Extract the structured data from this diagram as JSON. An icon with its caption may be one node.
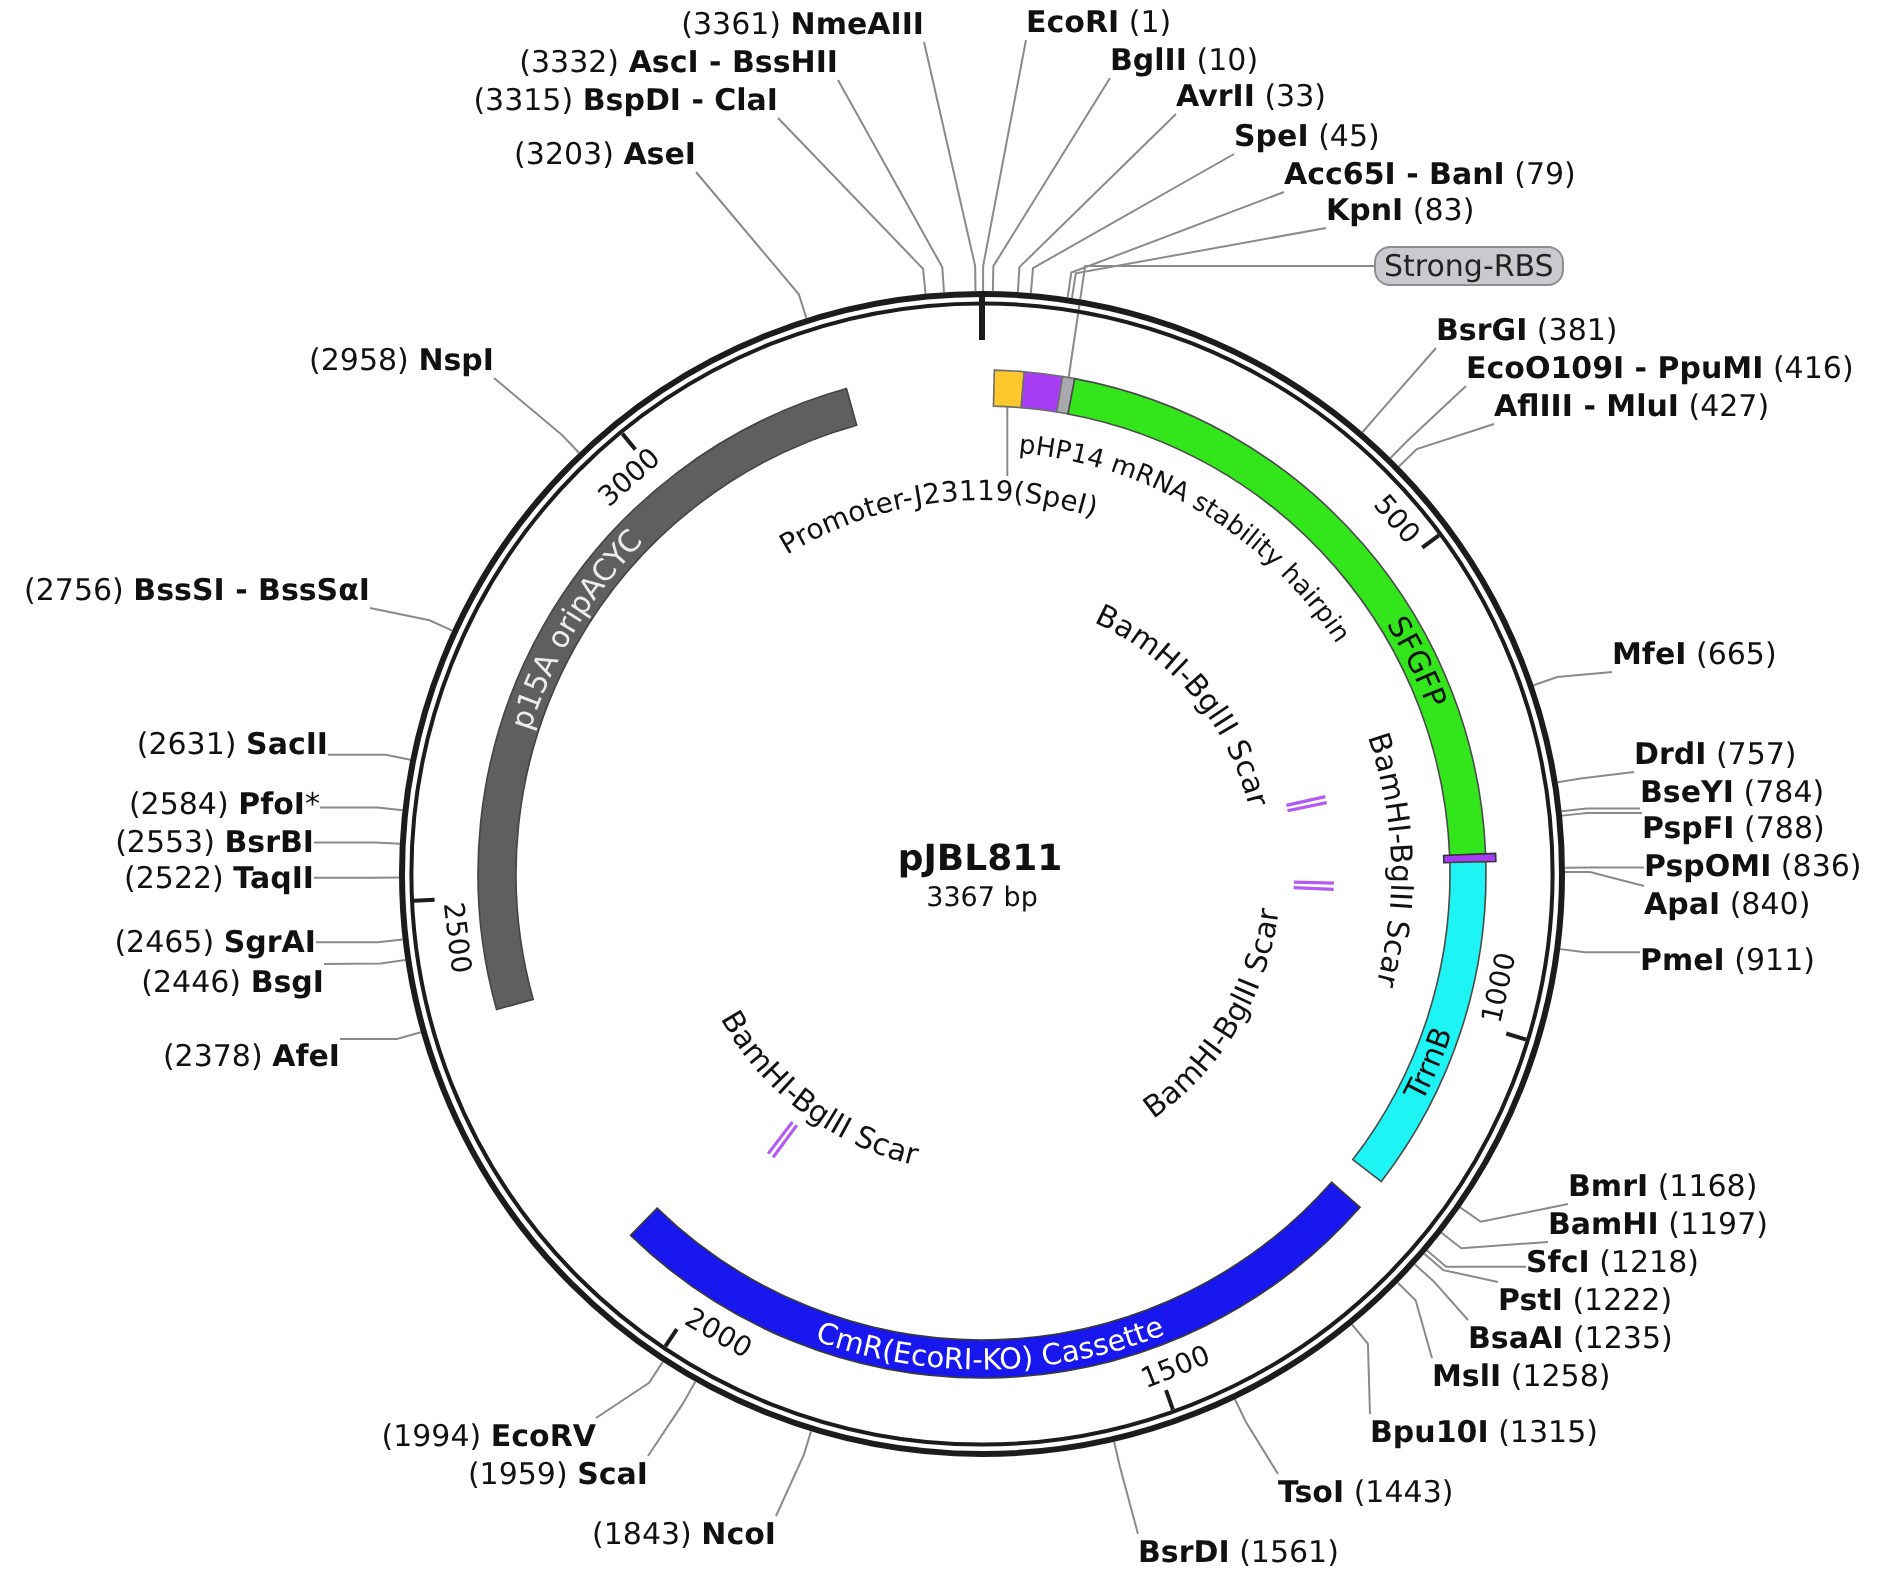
{
  "diagram": {
    "title": "pJBL811",
    "nodes": [
      {
        "text": [
          "**EcoRI** (1)"
        ]
      },
      {
        "text": [
          "**BglII** (10)"
        ]
      },
      {
        "text": [
          "**AvrII** (33)"
        ]
      },
      {
        "text": [
          "**SpeI** (45)"
        ]
      },
      {
        "text": [
          "**Acc65I - BanI** (79)"
        ]
      },
      {
        "text": [
          "**KpnI** (83)"
        ]
      },
      {
        "text": [
          "Strong-RBS"
        ]
      },
      {
        "text": [
          "**BsrGI** (381)"
        ]
      },
      {
        "text": [
          "**EcoO109I - PpuMI** (416)"
        ]
      },
      {
        "text": [
          "**AflIII - MluI** (427)"
        ]
      },
      {
        "text": [
          "**MfeI** (665)"
        ]
      },
      {
        "text": [
          "**DrdI** (757)"
        ]
      },
      {
        "text": [
          "**BseYI** (784)"
        ]
      },
      {
        "text": [
          "**PspFI** (788)"
        ]
      },
      {
        "text": [
          "**PspOMI** (836)"
        ]
      },
      {
        "text": [
          "**ApaI** (840)"
        ]
      },
      {
        "text": [
          "**PmeI** (911)"
        ]
      },
      {
        "text": [
          "**BmrI** (1168)"
        ]
      },
      {
        "text": [
          "**BamHI** (1197)"
        ]
      },
      {
        "text": [
          "**SfcI** (1218)"
        ]
      },
      {
        "text": [
          "**PstI** (1222)"
        ]
      },
      {
        "text": [
          "**BsaAI** (1235)"
        ]
      },
      {
        "text": [
          "**MslI** (1258)"
        ]
      },
      {
        "text": [
          "**Bpu10I** (1315)"
        ]
      },
      {
        "text": [
          "**TsoI** (1443)"
        ]
      },
      {
        "text": [
          "**BsrDI** (1561)"
        ]
      },
      {
        "text": [
          "(1843) **NcoI**"
        ]
      },
      {
        "text": [
          "(1959) **ScaI**"
        ]
      },
      {
        "text": [
          "(1994) **EcoRV**"
        ]
      },
      {
        "text": [
          "(2378) **AfeI**"
        ]
      },
      {
        "text": [
          "(2446) **BsgI**"
        ]
      },
      {
        "text": [
          "(2465) **SgrAI**"
        ]
      },
      {
        "text": [
          "(2522) **TaqII**"
        ]
      },
      {
        "text": [
          "(2553) **BsrBI**"
        ]
      },
      {
        "text": [
          "(2584) **PfoI***"
        ]
      },
      {
        "text": [
          "(2631) **SacII**"
        ]
      },
      {
        "text": [
          "(2756) **BssSI - BssSαI**"
        ]
      },
      {
        "text": [
          "(2958) **NspI**"
        ]
      },
      {
        "text": [
          "(3203) **AseI**"
        ]
      },
      {
        "text": [
          "(3315) **BspDI - ClaI**"
        ]
      },
      {
        "text": [
          "(3332) **AscI - BssHII**"
        ]
      },
      {
        "text": [
          "(3361) **NmeAIII**"
        ]
      },
      {
        "text": [],
        "shape": "arc"
      },
      {
        "text": [
          "Promoter-J23119(SpeI)"
        ]
      },
      {
        "text": [],
        "shape": "arc"
      },
      {
        "text": [],
        "shape": "arc"
      },
      {
        "text": [
          "SFGFP"
        ]
      },
      {
        "text": [],
        "shape": "box"
      },
      {
        "text": [
          "TrrnB"
        ]
      },
      {
        "text": [
          "CmR(EcoRI-KO) Cassette"
        ]
      },
      {
        "text": [
          "p15A oripACYC"
        ]
      },
      {
        "text": [],
        "shape": "bar"
      },
      {
        "text": [],
        "shape": "bar"
      },
      {
        "text": [],
        "shape": "bar"
      }
    ],
    "edges": [
      {
        "from": 0,
        "to": null,
        "arrow": "none"
      },
      {
        "from": 1,
        "to": null,
        "arrow": "none"
      },
      {
        "from": 2,
        "to": null,
        "arrow": "none"
      },
      {
        "from": 3,
        "to": null,
        "arrow": "none"
      },
      {
        "from": 4,
        "to": null,
        "arrow": "none"
      },
      {
        "from": 5,
        "to": null,
        "arrow": "none"
      },
      {
        "from": 6,
        "to": 45,
        "arrow": "none"
      },
      {
        "from": 7,
        "to": null,
        "arrow": "none"
      },
      {
        "from": 8,
        "to": null,
        "arrow": "none"
      },
      {
        "from": 9,
        "to": null,
        "arrow": "none"
      },
      {
        "from": 10,
        "to": null,
        "arrow": "none"
      },
      {
        "from": 11,
        "to": null,
        "arrow": "none"
      },
      {
        "from": 12,
        "to": null,
        "arrow": "none"
      },
      {
        "from": 13,
        "to": null,
        "arrow": "none"
      },
      {
        "from": 14,
        "to": null,
        "arrow": "none"
      },
      {
        "from": 15,
        "to": null,
        "arrow": "none"
      },
      {
        "from": 16,
        "to": null,
        "arrow": "none"
      },
      {
        "from": 17,
        "to": null,
        "arrow": "none"
      },
      {
        "from": 18,
        "to": null,
        "arrow": "none"
      },
      {
        "from": 19,
        "to": null,
        "arrow": "none"
      },
      {
        "from": 20,
        "to": null,
        "arrow": "none"
      },
      {
        "from": 21,
        "to": null,
        "arrow": "none"
      },
      {
        "from": 22,
        "to": null,
        "arrow": "none"
      },
      {
        "from": 23,
        "to": null,
        "arrow": "none"
      },
      {
        "from": 24,
        "to": null,
        "arrow": "none"
      },
      {
        "from": 25,
        "to": null,
        "arrow": "none"
      },
      {
        "from": 26,
        "to": null,
        "arrow": "none"
      },
      {
        "from": 27,
        "to": null,
        "arrow": "none"
      },
      {
        "from": 28,
        "to": null,
        "arrow": "none"
      },
      {
        "from": 29,
        "to": null,
        "arrow": "none"
      },
      {
        "from": 30,
        "to": null,
        "arrow": "none"
      },
      {
        "from": 31,
        "to": null,
        "arrow": "none"
      },
      {
        "from": 32,
        "to": null,
        "arrow": "none"
      },
      {
        "from": 33,
        "to": null,
        "arrow": "none"
      },
      {
        "from": 34,
        "to": null,
        "arrow": "none"
      },
      {
        "from": 35,
        "to": null,
        "arrow": "none"
      },
      {
        "from": 36,
        "to": null,
        "arrow": "none"
      },
      {
        "from": 37,
        "to": null,
        "arrow": "none"
      },
      {
        "from": 38,
        "to": null,
        "arrow": "none"
      },
      {
        "from": 39,
        "to": null,
        "arrow": "none"
      },
      {
        "from": 40,
        "to": null,
        "arrow": "none"
      },
      {
        "from": 41,
        "to": null,
        "arrow": "none"
      },
      {
        "from": 43,
        "to": 42,
        "arrow": "none"
      }
    ],
    "labels": [
      "pHP14 mRNA stability hairpin",
      "BamHI-BglII Scar",
      "BamHI-BglII Scar",
      "BamHI-BglII Scar",
      "BamHI-BglII Scar",
      "3367 bp",
      "500",
      "1000",
      "1500",
      "2000",
      "2500",
      "3000"
    ]
  }
}
